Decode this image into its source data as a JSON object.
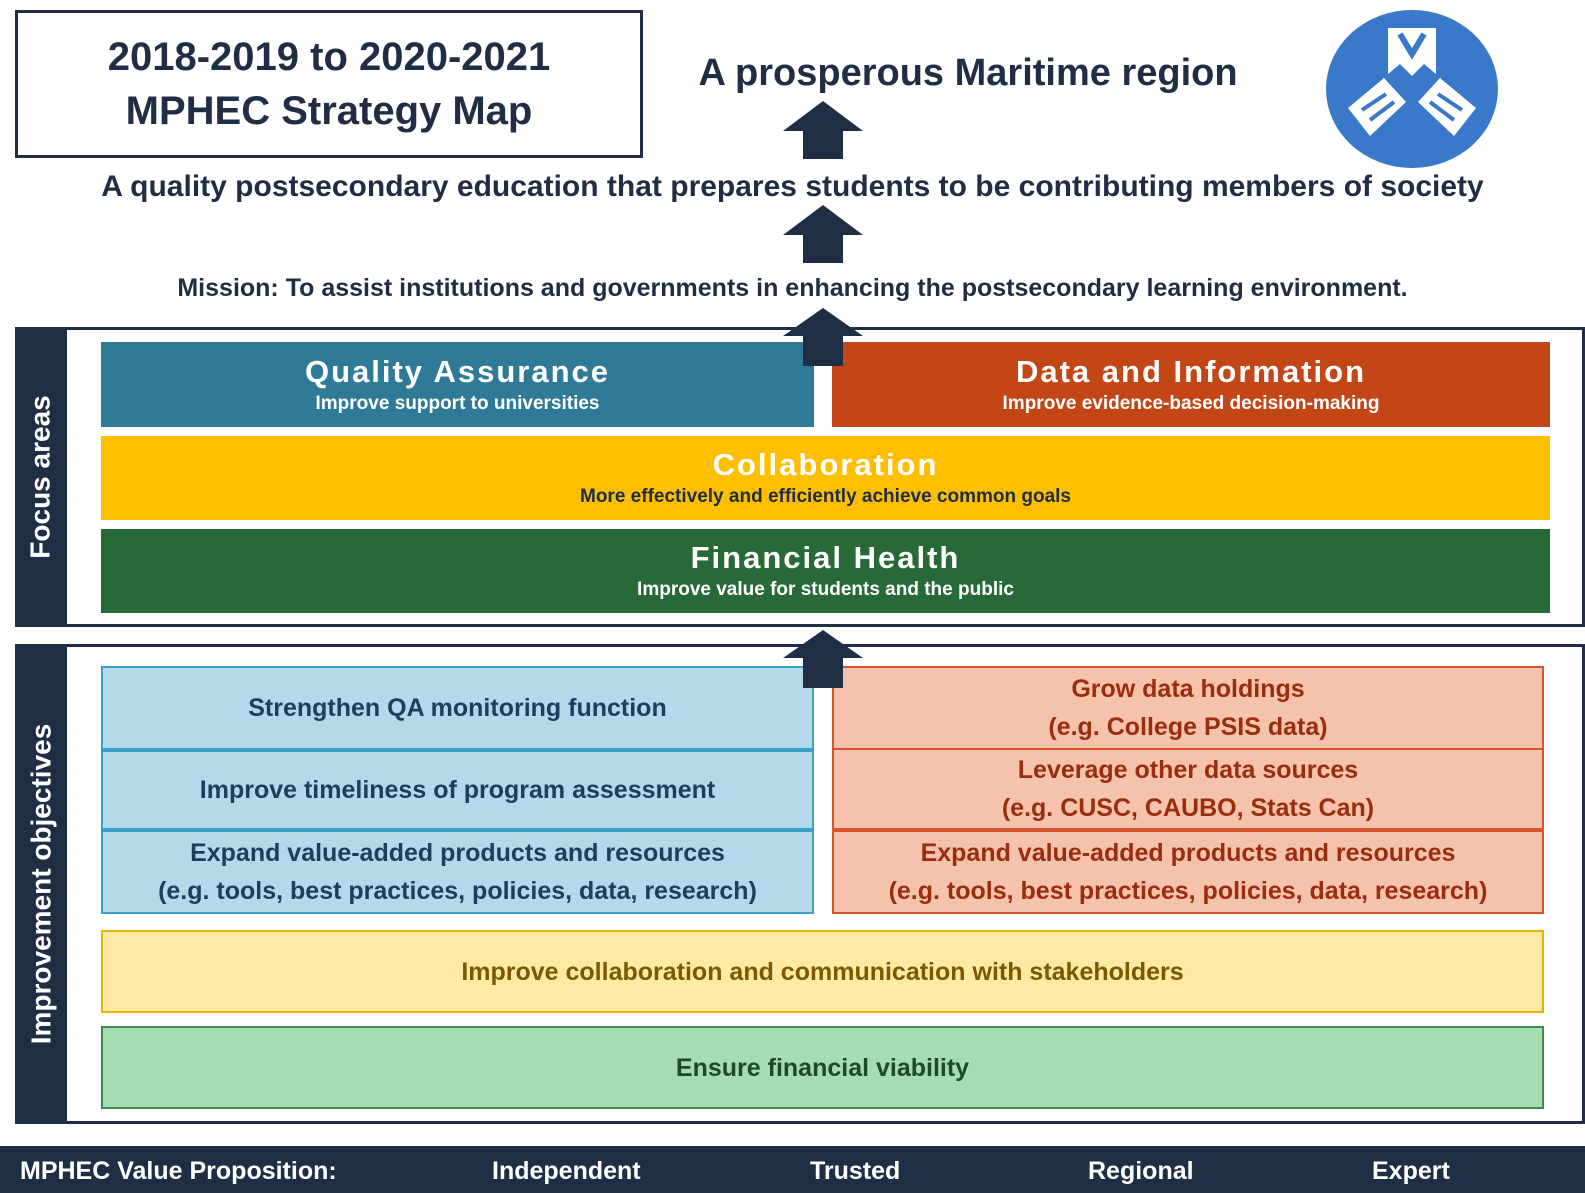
{
  "title": {
    "line1": "2018-2019 to 2020-2021",
    "line2": "MPHEC Strategy Map"
  },
  "logo": {
    "icon": "mphec-logo-icon",
    "color": "#3a78c9"
  },
  "vision": "A prosperous Maritime region",
  "outcome": "A quality postsecondary education that prepares students to be contributing members of society",
  "mission": "Mission: To assist institutions and governments in enhancing the postsecondary learning environment.",
  "focus_areas": {
    "label": "Focus areas",
    "quality_assurance": {
      "title": "Quality Assurance",
      "subtitle": "Improve support to universities",
      "color": "#2f7b97"
    },
    "data_information": {
      "title": "Data and Information",
      "subtitle": "Improve evidence-based decision-making",
      "color": "#c34716"
    },
    "collaboration": {
      "title": "Collaboration",
      "subtitle": "More effectively and efficiently achieve common goals",
      "color": "#fdbf00"
    },
    "financial_health": {
      "title": "Financial Health",
      "subtitle": "Improve value for students and the public",
      "color": "#276a37"
    }
  },
  "improvement_objectives": {
    "label": "Improvement objectives",
    "quality_assurance": [
      {
        "line1": "Strengthen QA monitoring function",
        "line2": ""
      },
      {
        "line1": "Improve timeliness of program assessment",
        "line2": ""
      },
      {
        "line1": "Expand value-added products and resources",
        "line2": "(e.g. tools, best practices, policies, data, research)"
      }
    ],
    "data_information": [
      {
        "line1": "Grow data holdings",
        "line2": "(e.g. College PSIS data)"
      },
      {
        "line1": "Leverage other data sources",
        "line2": "(e.g. CUSC, CAUBO, Stats Can)"
      },
      {
        "line1": "Expand value-added products and resources",
        "line2": "(e.g. tools, best practices, policies, data, research)"
      }
    ],
    "collaboration": "Improve collaboration and communication with stakeholders",
    "financial": "Ensure financial viability"
  },
  "value_proposition": {
    "label": "MPHEC  Value Proposition:",
    "values": [
      "Independent",
      "Trusted",
      "Regional",
      "Expert"
    ]
  }
}
